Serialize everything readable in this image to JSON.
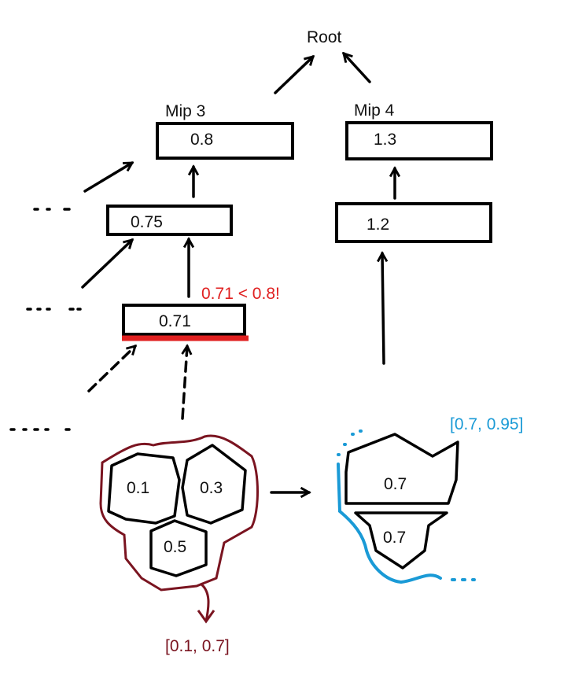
{
  "root_label": "Root",
  "mip3": {
    "title": "Mip  3",
    "values": [
      "0.8",
      "0.75",
      "0.71"
    ]
  },
  "mip4": {
    "title": "Mip 4",
    "values": [
      "1.3",
      "1.2"
    ]
  },
  "comparison_note": "0.71 < 0.8!",
  "left_cluster": {
    "cells": [
      "0.1",
      "0.3",
      "0.5"
    ],
    "range": "[0.1, 0.7]"
  },
  "right_cluster": {
    "cells": [
      "0.7",
      "0.7"
    ],
    "range": "[0.7, 0.95]"
  },
  "colors": {
    "dark_red": "#7a1420",
    "red": "#e02020",
    "blue": "#1a9ad6",
    "black": "#000000"
  }
}
